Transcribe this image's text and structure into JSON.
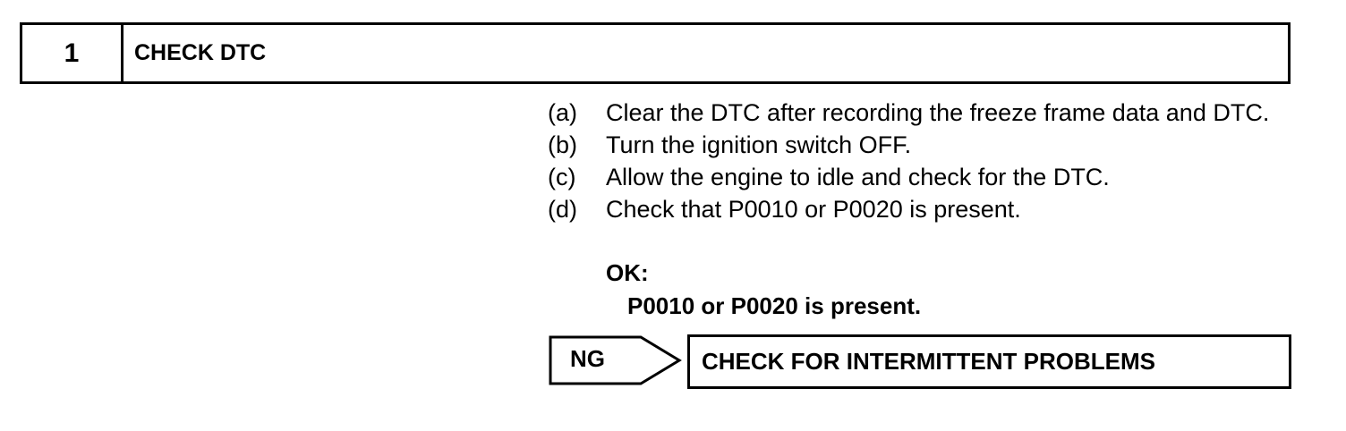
{
  "header": {
    "step_number": "1",
    "title": "CHECK DTC"
  },
  "steps": [
    {
      "label": "(a)",
      "text": "Clear the DTC after recording the freeze frame data and DTC."
    },
    {
      "label": "(b)",
      "text": "Turn the ignition switch OFF."
    },
    {
      "label": "(c)",
      "text": "Allow the engine to idle and check for the DTC."
    },
    {
      "label": "(d)",
      "text": "Check that P0010 or P0020 is present."
    }
  ],
  "ok": {
    "label": "OK:",
    "value": "P0010 or P0020 is present."
  },
  "ng": {
    "label": "NG",
    "action": "CHECK FOR INTERMITTENT PROBLEMS"
  }
}
